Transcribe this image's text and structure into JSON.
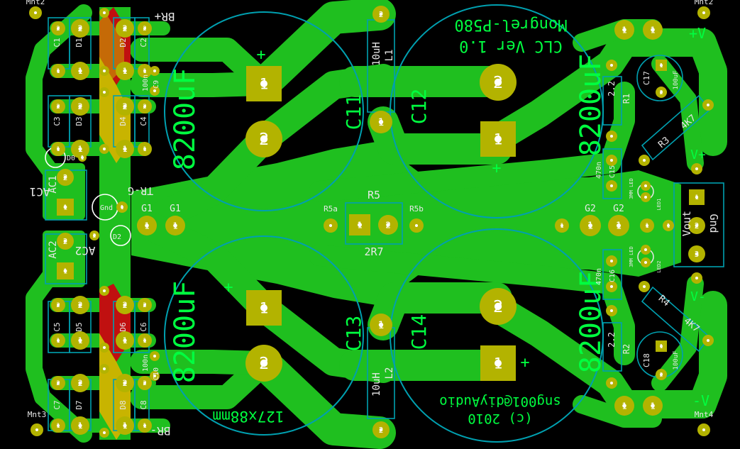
{
  "colors": {
    "background": "#000000",
    "copper": "#1fbf1f",
    "silkscreen": "#00ff40",
    "courtyard": "#00a0b0",
    "pad": "#b3b300",
    "drill": "#ffffff",
    "diode_band_red": "#c01010",
    "diode_band_yellow": "#c8b400"
  },
  "board": {
    "title_line1": "Mongrel-P580",
    "title_line2": "CLC Ver 1.0",
    "author": "sng001@diyAudio",
    "copyright": "(c) 2010",
    "size_label": "127x88mm"
  },
  "capacitors": {
    "c11": {
      "ref": "C11",
      "value": "8200uF",
      "plus": "+"
    },
    "c12": {
      "ref": "C12",
      "value": "8200uF",
      "plus": "+"
    },
    "c13": {
      "ref": "C13",
      "value": "8200uF",
      "plus": "+"
    },
    "c14": {
      "ref": "C14",
      "value": "8200uF",
      "plus": "+"
    }
  },
  "inductors": {
    "l1": {
      "ref": "L1",
      "value": "10uH"
    },
    "l2": {
      "ref": "L2",
      "value": "10uH"
    }
  },
  "resistor_r5": {
    "ref": "R5",
    "value": "2R7",
    "pad_a": "R5a",
    "pad_b": "R5b"
  },
  "small_parts": {
    "diodes": [
      "D1",
      "D2",
      "D3",
      "D4",
      "D5",
      "D6",
      "D7",
      "D8"
    ],
    "caps_left": [
      "C1",
      "C2",
      "C3",
      "C4",
      "C5",
      "C6",
      "C7",
      "C8"
    ],
    "c9": "C9",
    "c10": "C10",
    "c_value": "100n",
    "c15": "C15",
    "c16": "C16",
    "c15_value": "470n",
    "c17": "C17",
    "c18": "C18",
    "c17_value": "100uF",
    "r1": "R1",
    "r2": "R2",
    "r_value": "2.2",
    "r3": "R3",
    "r4": "R4",
    "r34_value": "4K7",
    "led1": "LED1",
    "led2": "LED2",
    "led_value": "3MM LED",
    "led_value_short": "3MM LED"
  },
  "connectors": {
    "ac1": "AC1",
    "ac2": "AC2",
    "gnd": "Gnd",
    "tr_g": "TR-G",
    "g1": "G1",
    "g2": "G2",
    "vout": "Vout",
    "gnd_right": "Gnd",
    "v_plus": "V+",
    "v_minus": "V-",
    "plus_v": "+V",
    "minus_v": "-V",
    "br_plus": "BR+",
    "br_minus": "BR-",
    "d0": "D0",
    "d_minus_2": "D2"
  },
  "mount_holes": [
    "Mnt2",
    "Mnt2",
    "Mnt3",
    "Mnt4"
  ],
  "pad_numbers": {
    "one": "1",
    "two": "2",
    "three": "3"
  }
}
